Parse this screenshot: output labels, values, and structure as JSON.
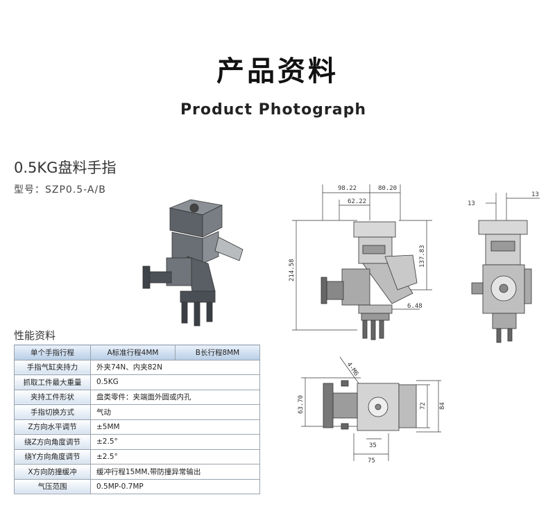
{
  "header": {
    "title_cn": "产品资料",
    "title_en": "Product Photograph"
  },
  "product": {
    "name": "0.5KG盘料手指",
    "model": "型号：SZP0.5-A/B"
  },
  "specs": {
    "heading": "性能资料",
    "header_row": [
      "单个手指行程",
      "A标准行程4MM",
      "B长行程8MM"
    ],
    "rows": [
      {
        "label": "手指气缸夹持力",
        "value": "外夹74N、内夹82N"
      },
      {
        "label": "抓取工件最大重量",
        "value": "0.5KG"
      },
      {
        "label": "夹持工件形状",
        "value": "盘类零件：夹端面外圆或内孔"
      },
      {
        "label": "手指切换方式",
        "value": "气动"
      },
      {
        "label": "Z方向水平调节",
        "value": "±5MM"
      },
      {
        "label": "绕Z方向角度调节",
        "value": "±2.5°"
      },
      {
        "label": "绕Y方向角度调节",
        "value": "±2.5°"
      },
      {
        "label": "X方向防撞缓冲",
        "value": "缓冲行程15MM,带防撞异常输出"
      },
      {
        "label": "气压范围",
        "value": "0.5MP-0.7MP"
      }
    ]
  },
  "drawings": {
    "front": {
      "d1": "98.22",
      "d2": "80.20",
      "d3": "62.22",
      "d4": "214.58",
      "d5": "137.83",
      "d6": "6.48"
    },
    "side": {
      "d1": "13",
      "d2": "13"
    },
    "top": {
      "d1": "4-M6",
      "d2": "63.70",
      "d3": "72",
      "d4": "84",
      "d5": "35",
      "d6": "75"
    }
  },
  "colors": {
    "table_header": "#b7cde6",
    "table_label": "#d7e3f0",
    "border": "#9aa3ad"
  }
}
